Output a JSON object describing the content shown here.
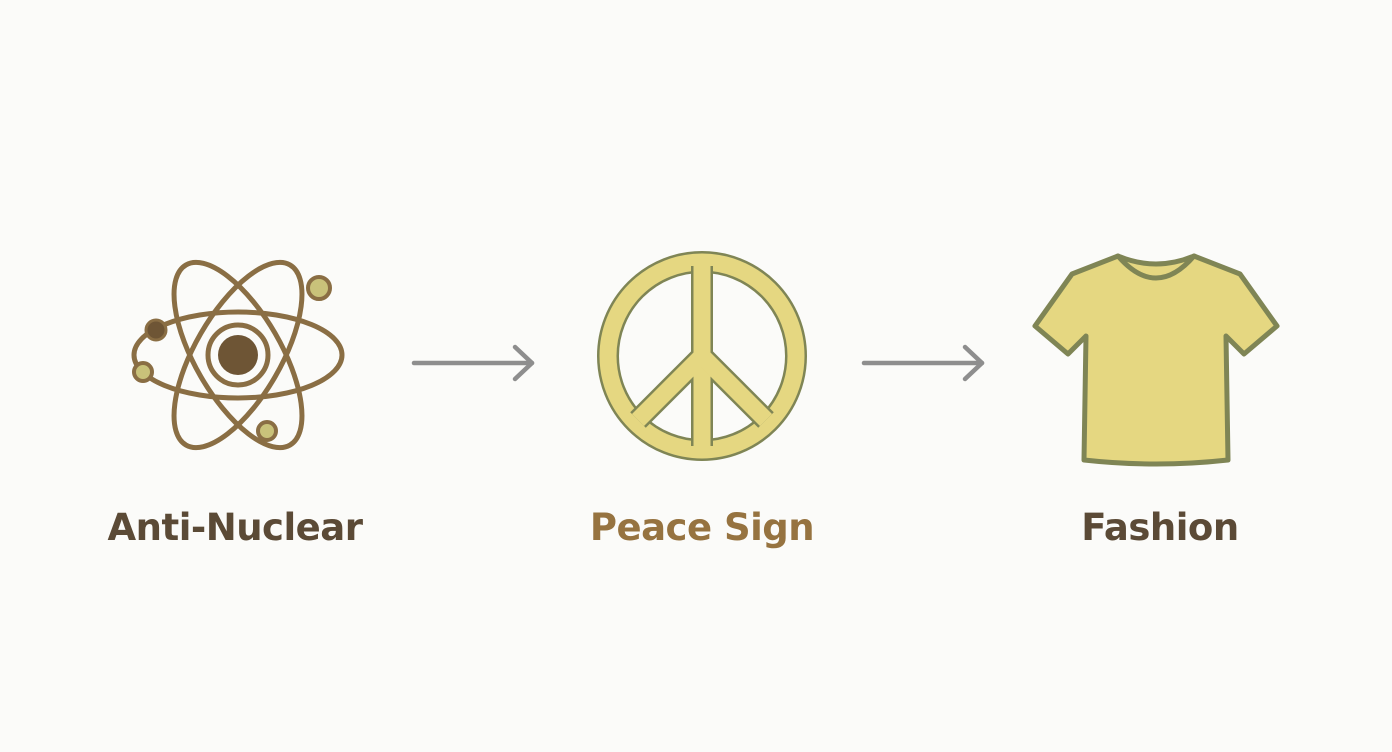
{
  "steps": [
    {
      "label": "Anti-Nuclear",
      "icon": "atom-icon",
      "label_color": "#5b4a36"
    },
    {
      "label": "Peace Sign",
      "icon": "peace-sign-icon",
      "label_color": "#967340"
    },
    {
      "label": "Fashion",
      "icon": "t-shirt-icon",
      "label_color": "#5b4a36"
    }
  ],
  "colors": {
    "background": "#fbfbf9",
    "atom_stroke": "#8a6e44",
    "atom_nucleus": "#6e5535",
    "electron_fill": "#c9c27a",
    "yellow_fill": "#e5d781",
    "outline_olive": "#7f8555",
    "arrow": "#8e8e8e"
  }
}
